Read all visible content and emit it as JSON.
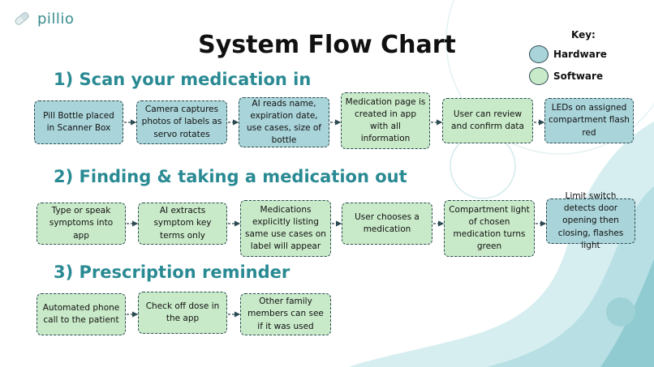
{
  "logo": {
    "text": "pillio"
  },
  "title": "System Flow Chart",
  "key": {
    "title": "Key:",
    "items": [
      {
        "label": "Hardware",
        "color": "#a9d4d9"
      },
      {
        "label": "Software",
        "color": "#c9eac9"
      }
    ]
  },
  "sections": [
    {
      "title": "1) Scan your medication in",
      "steps": [
        {
          "text": "Pill Bottle placed in Scanner Box",
          "type": "hardware"
        },
        {
          "text": "Camera captures photos of labels as servo rotates",
          "type": "hardware"
        },
        {
          "text": "AI reads name, expiration date, use cases, size of bottle",
          "type": "hardware"
        },
        {
          "text": "Medication page is created in app with all information",
          "type": "software"
        },
        {
          "text": "User can review and confirm data",
          "type": "software"
        },
        {
          "text": "LEDs on assigned compartment flash red",
          "type": "hardware"
        }
      ]
    },
    {
      "title": "2) Finding & taking a medication out",
      "steps": [
        {
          "text": "Type or speak symptoms into app",
          "type": "software"
        },
        {
          "text": "AI extracts symptom key terms only",
          "type": "software"
        },
        {
          "text": "Medications explicitly listing same use cases on label will appear",
          "type": "software"
        },
        {
          "text": "User chooses a medication",
          "type": "software"
        },
        {
          "text": "Compartment light of chosen medication turns green",
          "type": "software"
        },
        {
          "text": "Limit switch detects door opening then closing, flashes light",
          "type": "hardware"
        }
      ]
    },
    {
      "title": "3) Prescription reminder",
      "steps": [
        {
          "text": "Automated phone call to the patient",
          "type": "software"
        },
        {
          "text": "Check off dose in the app",
          "type": "software"
        },
        {
          "text": "Other family members can see if it was used",
          "type": "software"
        }
      ]
    }
  ]
}
